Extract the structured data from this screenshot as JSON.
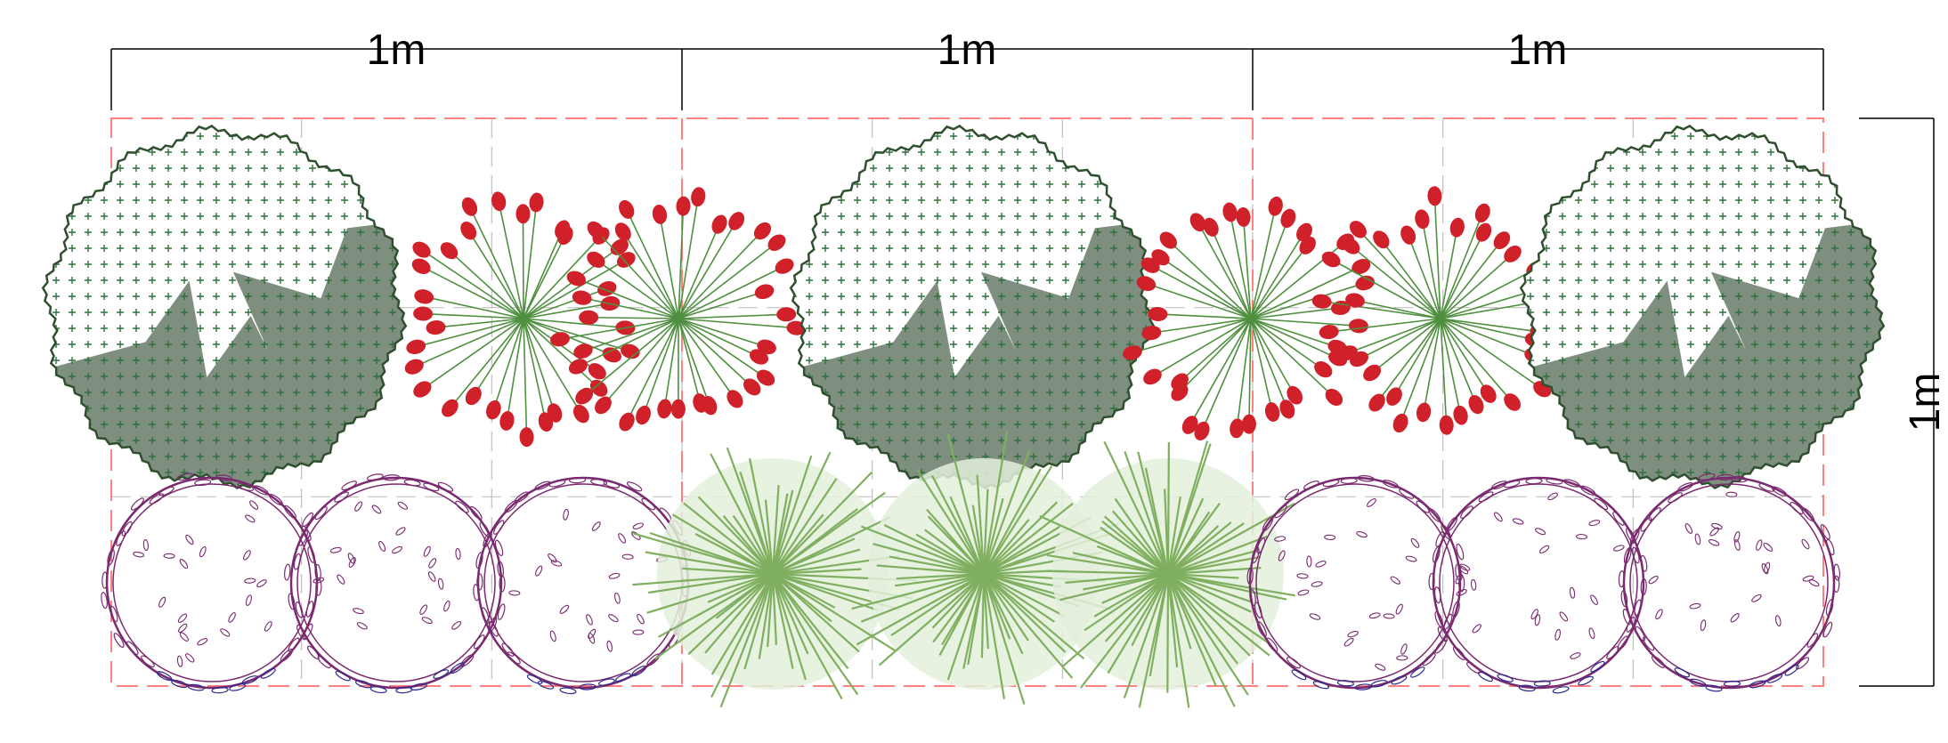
{
  "dimensions": {
    "top": [
      "1m",
      "1m",
      "1m"
    ],
    "right": "1m"
  },
  "colors": {
    "grid_outline": "#ff8080",
    "grid_inner": "#c0c0c0",
    "shrub_fill_light": "#ffffff",
    "shrub_fill_dark": "#7f8f7f",
    "shrub_outline": "#2f4f2f",
    "shrub_dots": "#2f6f3f",
    "shrub_hatch": "#e8a33a",
    "allium_stem": "#4f8f3f",
    "allium_head": "#d0202a",
    "grass": "#7faf5f",
    "grass_disc": "#e3f0dc",
    "ring_purple": "#7a2a6f",
    "ring_blue": "#2a2a8f"
  },
  "plants": {
    "row1": [
      {
        "symbol": "round-shrub-icon"
      },
      {
        "symbol": "allium-icon"
      },
      {
        "symbol": "allium-icon"
      },
      {
        "symbol": "round-shrub-icon"
      },
      {
        "symbol": "allium-icon"
      },
      {
        "symbol": "allium-icon"
      },
      {
        "symbol": "round-shrub-icon"
      }
    ],
    "row2": [
      {
        "symbol": "ring-perennial-icon"
      },
      {
        "symbol": "ring-perennial-icon"
      },
      {
        "symbol": "ring-perennial-icon"
      },
      {
        "symbol": "ornamental-grass-icon"
      },
      {
        "symbol": "ornamental-grass-icon"
      },
      {
        "symbol": "ornamental-grass-icon"
      },
      {
        "symbol": "ring-perennial-icon"
      },
      {
        "symbol": "ring-perennial-icon"
      },
      {
        "symbol": "ring-perennial-icon"
      }
    ]
  }
}
